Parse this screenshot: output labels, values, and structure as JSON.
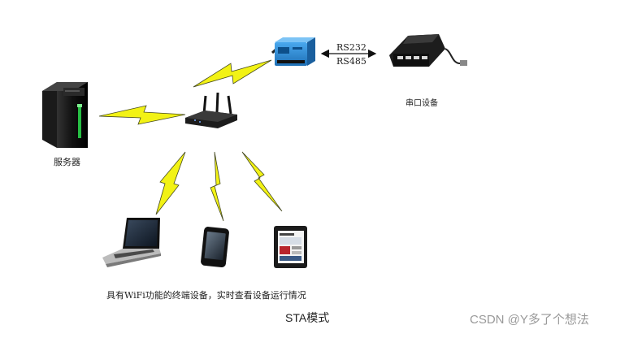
{
  "labels": {
    "rs232": "RS232",
    "rs485": "RS485",
    "serial_device": "串口设备",
    "server": "服务器",
    "description": "具有WiFi功能的终端设备，实时查看设备运行情况",
    "mode": "STA模式",
    "watermark": "CSDN @Y多了个想法"
  },
  "colors": {
    "lightning_fill": "#f2f215",
    "lightning_stroke": "#44481f",
    "server_led": "#2ad14a",
    "module_blue": "#2f8fd8"
  }
}
